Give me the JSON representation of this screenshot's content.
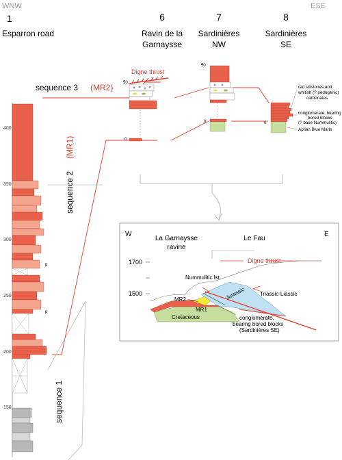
{
  "header": {
    "west": "WNW",
    "east": "ESE"
  },
  "sections": [
    {
      "number": "1",
      "name_line1": "Esparron road",
      "name_line2": ""
    },
    {
      "number": "6",
      "name_line1": "Ravin de la",
      "name_line2": "Garnaysse"
    },
    {
      "number": "7",
      "name_line1": "Sardinières",
      "name_line2": "NW"
    },
    {
      "number": "8",
      "name_line1": "Sardinières",
      "name_line2": "SE"
    }
  ],
  "sequences": {
    "s3": "sequence 3",
    "mr2": "(MR2)",
    "s2": "sequence 2",
    "mr1": "(MR1)",
    "s1": "sequence 1"
  },
  "scale_main": [
    "400",
    "350",
    "300",
    "250",
    "200",
    "150"
  ],
  "scale_small": {
    "fifty": "50",
    "zero": "0"
  },
  "labels": {
    "digne_thrust": "Digne thrust",
    "p": "p",
    "legend_red": "red siltstones and whitish (? pedogenic) carbonates",
    "legend_red_l1": "red siltstones and",
    "legend_red_l2": "whitish (? pedogenic)",
    "legend_red_l3": "carbonates",
    "legend_cong_l1": "conglomerate, bearing",
    "legend_cong_l2": "bored blocks",
    "legend_cong_l3": "(? base Nummulitic)",
    "legend_marls": "Aptian Blue Marls"
  },
  "inset": {
    "w": "W",
    "e": "E",
    "place1_l1": "La Garnaysse",
    "place1_l2": "ravine",
    "place2": "Le Fau",
    "elev_1700": "1700",
    "elev_1500": "1500",
    "digne_thrust": "Digne thrust",
    "nummulitic": "Nummulitic lst.",
    "triassic": "Triassic-Liassic",
    "jurassic": "Jurassic",
    "mr2": "MR2",
    "mr1": "MR1",
    "cretaceous": "Cretaceous",
    "cong_l1": "conglomerate,",
    "cong_l2": "bearing bored blocks",
    "cong_l3": "(Sardinières SE)"
  },
  "colors": {
    "red_bed": "#e8604a",
    "pink_bed": "#f4a58e",
    "green": "#c6df9e",
    "blue": "#bfe1f3",
    "yellow": "#f4e838",
    "red_line": "#e53b2c",
    "grey": "#b8b8b8"
  }
}
